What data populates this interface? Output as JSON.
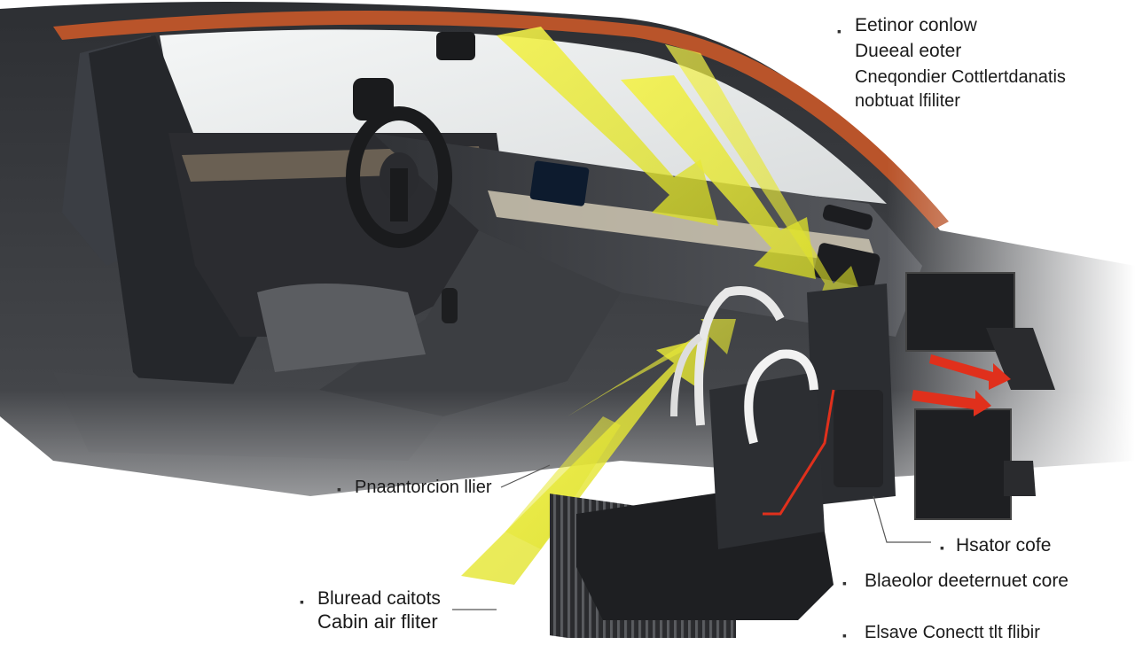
{
  "labels": {
    "top": [
      "Eetinor conlow",
      "Dueeal eoter",
      "Cneqondier Cottlertdanatis",
      "nobtuat lfiliter"
    ],
    "precondenser": "Pnaantorcion llier",
    "heater_core": "Hsator cofe",
    "blower": "Blaeolor deeternuet core",
    "blurred_motors": "Bluread caitots",
    "cabin_filter": "Cabin air fliter",
    "evap": "Elsave Conectt tlt flibir"
  },
  "colors": {
    "airflow": "#e8ea3a",
    "accent_red": "#e0301c",
    "trim_orange": "#b9542a",
    "dash": "#3a3b3e"
  }
}
